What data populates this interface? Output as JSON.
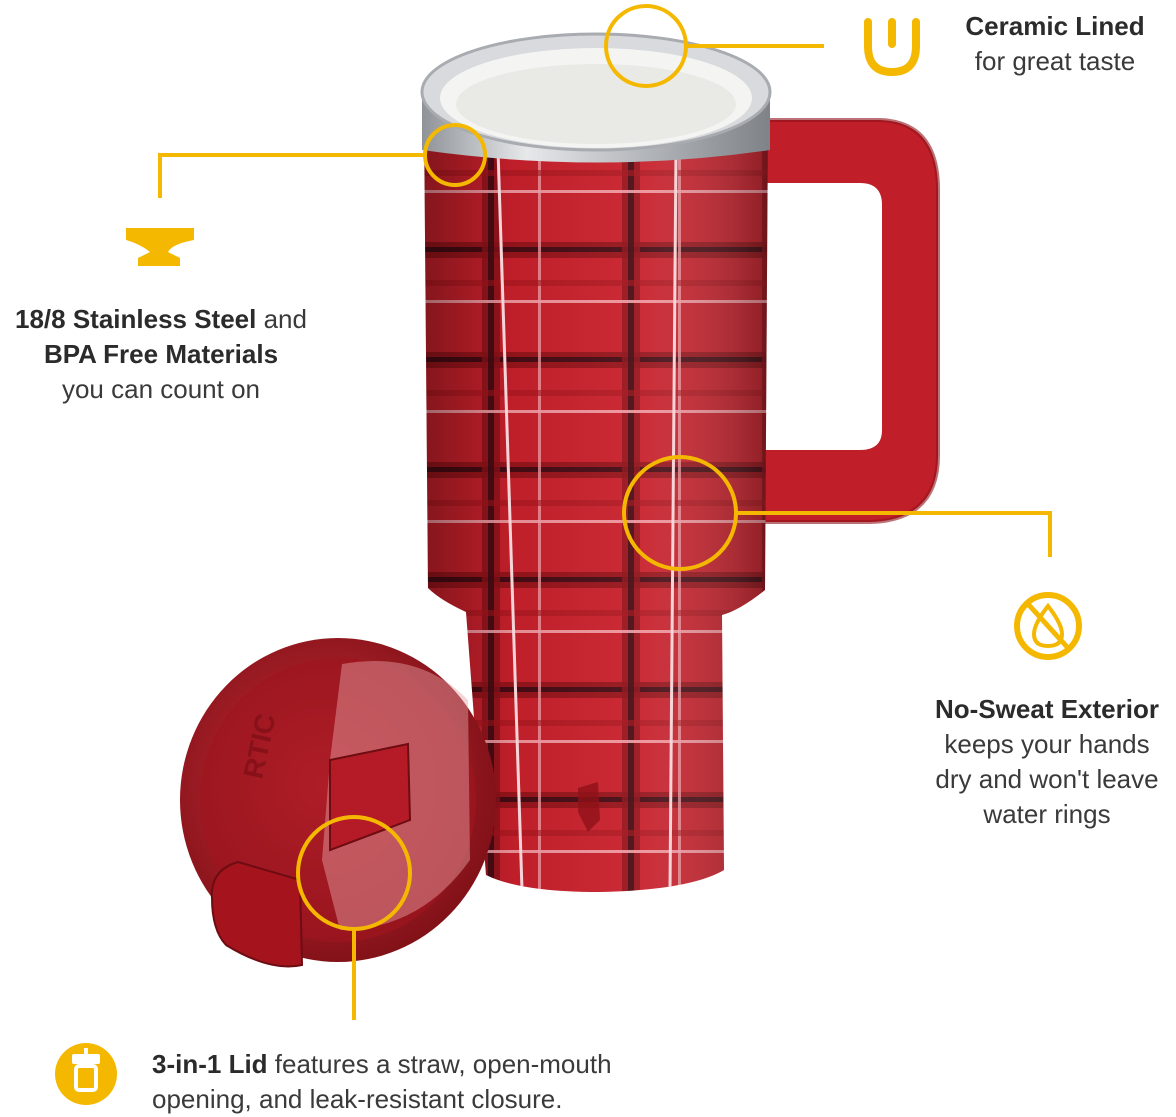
{
  "colors": {
    "accent": "#f5b800",
    "tumbler_red": "#c8202b",
    "tumbler_dark": "#8e1219",
    "plaid_dark": "#4a0e16",
    "steel": "#c9ccd0",
    "text_dark": "#2b2b2b",
    "text": "#3a3a3a"
  },
  "icons": {
    "ceramic": "u-cup-icon",
    "steel": "anvil-icon",
    "sweat": "no-water-drop-icon",
    "lid": "lid-icon"
  },
  "callouts": {
    "ceramic": {
      "title": "Ceramic Lined",
      "body": "for great taste"
    },
    "steel": {
      "line1_bold": "18/8 Stainless Steel",
      "line1_rest": " and",
      "line2_bold": "BPA Free Materials",
      "line3": "you can count on"
    },
    "sweat": {
      "title": "No-Sweat Exterior",
      "line1": "keeps your hands",
      "line2": "dry and won't leave",
      "line3": "water rings"
    },
    "lid": {
      "bold": "3-in-1 Lid",
      "line1_rest": " features a straw, open-mouth",
      "line2": "opening, and leak-resistant closure."
    }
  },
  "product": {
    "logo_text": "RTIC"
  }
}
